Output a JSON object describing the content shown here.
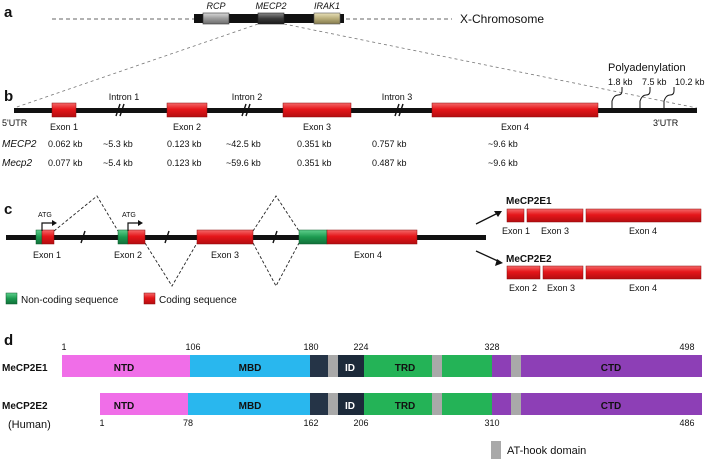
{
  "colors": {
    "exon_red": "#e5161a",
    "noncoding_green": "#1c9a50",
    "ntd": "#f06ee8",
    "mbd": "#29b7ee",
    "id_dark": "#253447",
    "trd": "#24b357",
    "ctd": "#8d3fb6",
    "at_hook": "#a9a9a9"
  },
  "panel_labels": {
    "a": "a",
    "b": "b",
    "c": "c",
    "d": "d"
  },
  "panel_a": {
    "genes": [
      "RCP",
      "MECP2",
      "IRAK1"
    ],
    "chromosome_label": "X-Chromosome"
  },
  "panel_b": {
    "intron_labels": [
      "Intron 1",
      "Intron 2",
      "Intron 3"
    ],
    "exon_labels": [
      "Exon 1",
      "Exon 2",
      "Exon 3",
      "Exon 4"
    ],
    "utr5": "5'UTR",
    "utr3": "3'UTR",
    "polyadenylation": "Polyadenylation",
    "poly_sites": [
      "1.8 kb",
      "7.5 kb",
      "10.2 kb"
    ],
    "rows": [
      {
        "gene": "MECP2",
        "values": [
          "0.062 kb",
          "~5.3 kb",
          "0.123 kb",
          "~42.5 kb",
          "0.351 kb",
          "0.757 kb",
          "~9.6 kb"
        ]
      },
      {
        "gene": "Mecp2",
        "values": [
          "0.077 kb",
          "~5.4 kb",
          "0.123 kb",
          "~59.6 kb",
          "0.351 kb",
          "0.487 kb",
          "~9.6 kb"
        ]
      }
    ]
  },
  "panel_c": {
    "atg": "ATG",
    "exon_labels": [
      "Exon 1",
      "Exon 2",
      "Exon 3",
      "Exon 4"
    ],
    "isoform1": {
      "name": "MeCP2E1",
      "exons": [
        "Exon 1",
        "Exon 3",
        "Exon 4"
      ]
    },
    "isoform2": {
      "name": "MeCP2E2",
      "exons": [
        "Exon 2",
        "Exon 3",
        "Exon 4"
      ]
    },
    "legend": [
      "Non-coding sequence",
      "Coding sequence"
    ]
  },
  "panel_d": {
    "domains": [
      "NTD",
      "MBD",
      "ID",
      "TRD",
      "CTD"
    ],
    "e1": {
      "name": "MeCP2E1",
      "positions": [
        "1",
        "106",
        "180",
        "224",
        "328",
        "498"
      ]
    },
    "e2": {
      "name": "MeCP2E2",
      "species": "(Human)",
      "positions": [
        "1",
        "78",
        "162",
        "206",
        "310",
        "486"
      ]
    },
    "legend": "AT-hook domain"
  }
}
